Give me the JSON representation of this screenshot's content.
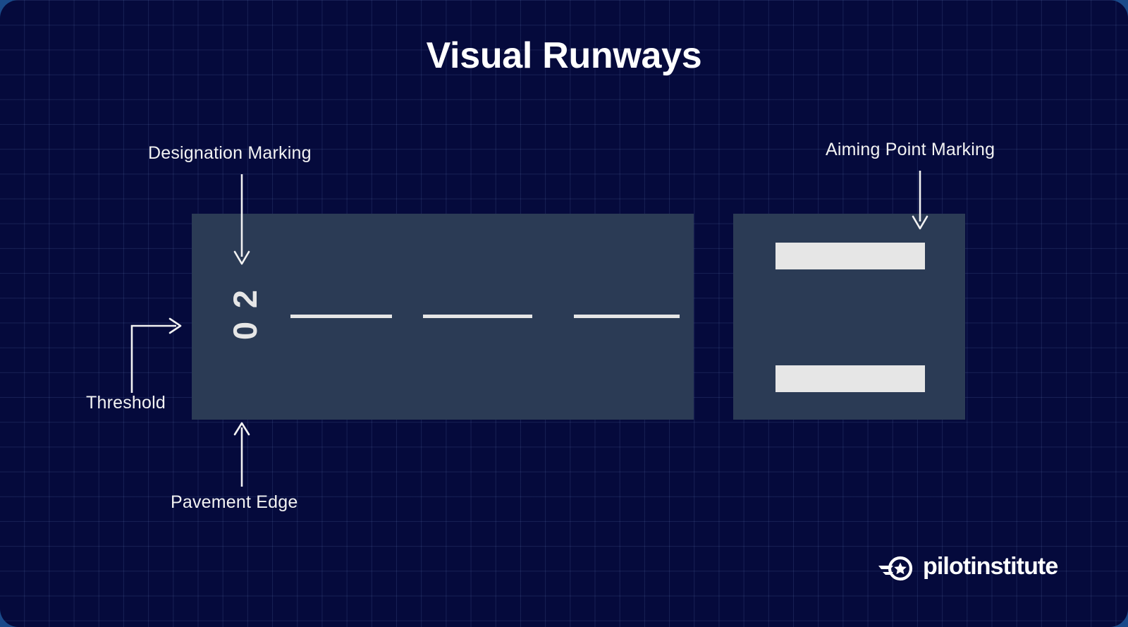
{
  "page": {
    "title": "Visual Runways",
    "background_color": "#050A3C",
    "outer_background_color": "#1a4a8a",
    "grid_line_color": "rgba(120,150,210,0.16)",
    "runway_color": "#2B3B55",
    "marking_color": "#E6E6E6",
    "text_color": "#F2F2F2"
  },
  "annotations": {
    "designation": {
      "label": "Designation Marking",
      "arrow": "down"
    },
    "aiming": {
      "label": "Aiming Point Marking",
      "arrow": "down"
    },
    "threshold": {
      "label": "Threshold",
      "arrow": "right-elbow"
    },
    "pavement": {
      "label": "Pavement Edge",
      "arrow": "up"
    }
  },
  "runways": {
    "left": {
      "designation_number": "20",
      "designation_digits": [
        "2",
        "0"
      ],
      "centerline_dashes": 3
    },
    "right": {
      "aiming_point_bars": 2
    }
  },
  "logo": {
    "wordmark": "pilotinstitute",
    "mark": "winged-star-emblem"
  }
}
